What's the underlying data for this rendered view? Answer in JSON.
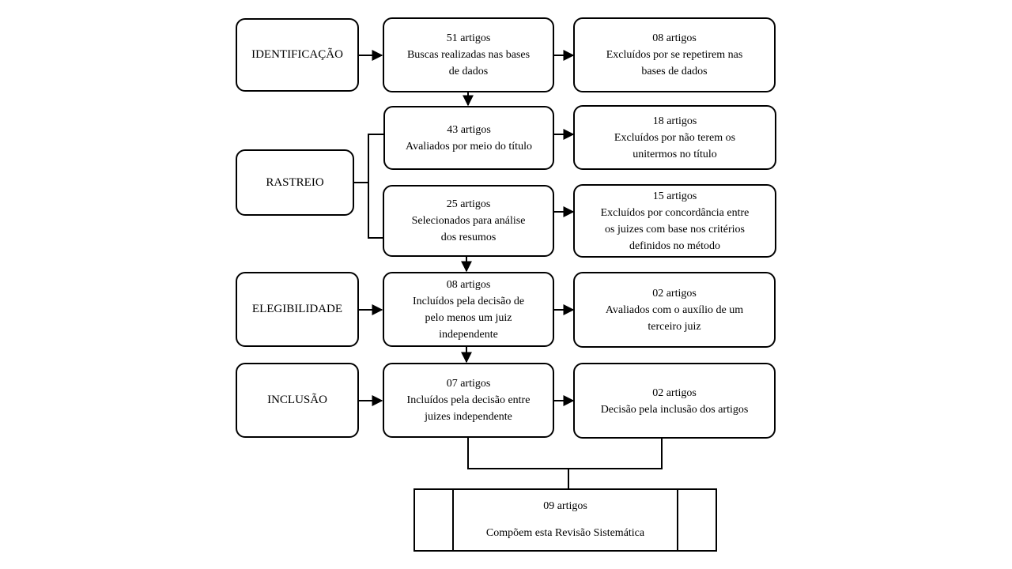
{
  "stages": {
    "identificacao": "IDENTIFICAÇÃO",
    "rastreio": "RASTREIO",
    "elegibilidade": "ELEGIBILIDADE",
    "inclusao": "INCLUSÃO"
  },
  "main": {
    "busca": {
      "count": "51 artigos",
      "l1": "Buscas realizadas  nas bases",
      "l2": "de dados"
    },
    "titulo": {
      "count": "43 artigos",
      "l1": "Avaliados  por meio  do título"
    },
    "resumos": {
      "count": "25 artigos",
      "l1": "Selecionados  para análise",
      "l2": "dos resumos"
    },
    "juiz": {
      "count": "08 artigos",
      "l1": "Incluídos  pela decisão  de",
      "l2": "pelo menos um  juiz",
      "l3": "independente"
    },
    "juizes": {
      "count": "07 artigos",
      "l1": "Incluídos  pela decisão  entre",
      "l2": "juizes  independente"
    }
  },
  "side": {
    "repetidos": {
      "count": "08 artigos",
      "l1": "Excluídos  por se repetirem  nas",
      "l2": "bases de dados"
    },
    "unitermos": {
      "count": "18 artigos",
      "l1": "Excluídos  por não  terem  os",
      "l2": "unitermos  no título"
    },
    "concordancia": {
      "count": "15 artigos",
      "l1": "Excluídos  por concordância  entre",
      "l2": "os juizes  com base nos critérios",
      "l3": "definidos  no método"
    },
    "terceiro": {
      "count": "02 artigos",
      "l1": "Avaliados   com o auxílio  de um",
      "l2": "terceiro  juiz"
    },
    "decisao": {
      "count": "02 artigos",
      "l1": "Decisão  pela inclusão  dos artigos"
    }
  },
  "final": {
    "count": "09 artigos",
    "l1": "Compõem  esta Revisão  Sistemática"
  }
}
